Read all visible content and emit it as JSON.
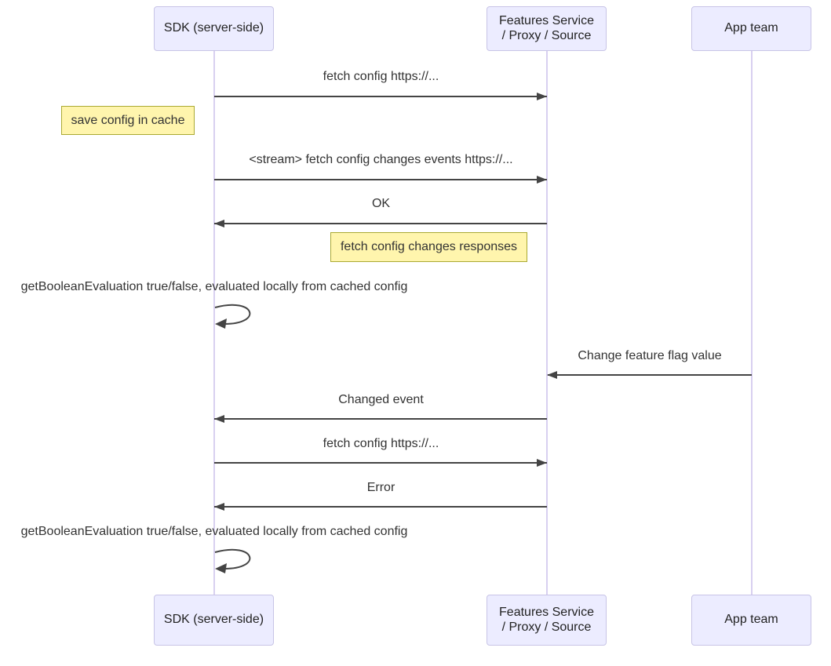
{
  "diagram": {
    "type": "sequence",
    "participants": [
      {
        "id": "sdk",
        "label": "SDK (server-side)"
      },
      {
        "id": "features",
        "label": "Features Service\n/ Proxy / Source"
      },
      {
        "id": "app",
        "label": "App team"
      }
    ],
    "events": [
      {
        "type": "message",
        "label": "fetch config https://...",
        "from": "sdk",
        "to": "features",
        "direction": "right"
      },
      {
        "type": "note",
        "label": "save config in cache",
        "position": "left of sdk"
      },
      {
        "type": "message",
        "label": "<stream> fetch config changes events https://...",
        "from": "sdk",
        "to": "features",
        "direction": "right"
      },
      {
        "type": "message",
        "label": "OK",
        "from": "features",
        "to": "sdk",
        "direction": "left"
      },
      {
        "type": "note",
        "label": "fetch config changes responses",
        "position": "left of features"
      },
      {
        "type": "self",
        "label": "getBooleanEvaluation true/false, evaluated locally from cached config",
        "on": "sdk"
      },
      {
        "type": "message",
        "label": "Change feature flag value",
        "from": "app",
        "to": "features",
        "direction": "left"
      },
      {
        "type": "message",
        "label": "Changed event",
        "from": "features",
        "to": "sdk",
        "direction": "left"
      },
      {
        "type": "message",
        "label": "fetch config https://...",
        "from": "sdk",
        "to": "features",
        "direction": "right"
      },
      {
        "type": "message",
        "label": "Error",
        "from": "features",
        "to": "sdk",
        "direction": "left"
      },
      {
        "type": "self",
        "label": "getBooleanEvaluation true/false, evaluated locally from cached config",
        "on": "sdk"
      }
    ],
    "colors": {
      "actor_fill": "#ECECFF",
      "actor_border": "#c8c4e6",
      "note_fill": "#fff5ad",
      "note_border": "#aaaa33",
      "lifeline": "#d8d0f0",
      "line": "#444444",
      "text": "#333333"
    }
  }
}
